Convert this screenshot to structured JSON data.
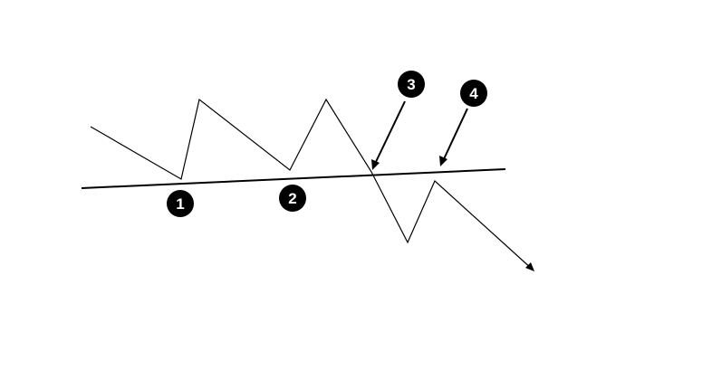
{
  "markers": [
    {
      "id": "1",
      "label": "1"
    },
    {
      "id": "2",
      "label": "2"
    },
    {
      "id": "3",
      "label": "3"
    },
    {
      "id": "4",
      "label": "4"
    }
  ],
  "colors": {
    "line": "#000000",
    "marker_fill": "#000000",
    "marker_text": "#ffffff",
    "background": "#ffffff"
  }
}
